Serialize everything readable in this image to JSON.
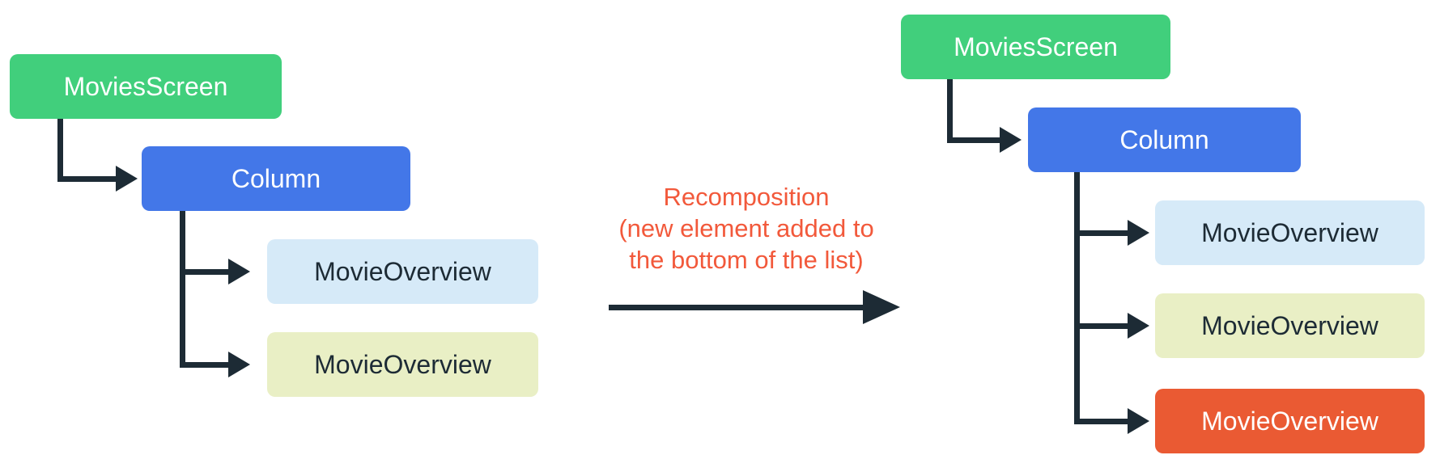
{
  "diagram": {
    "title_hint": "Recomposition tree diagram (before and after a new list element is added)",
    "before_tree": {
      "nodes": [
        {
          "label": "MoviesScreen",
          "variant": "green"
        },
        {
          "label": "Column",
          "variant": "blue"
        },
        {
          "label": "MovieOverview",
          "variant": "lightblue"
        },
        {
          "label": "MovieOverview",
          "variant": "paleyellow"
        }
      ]
    },
    "after_tree": {
      "nodes": [
        {
          "label": "MoviesScreen",
          "variant": "green"
        },
        {
          "label": "Column",
          "variant": "blue"
        },
        {
          "label": "MovieOverview",
          "variant": "lightblue"
        },
        {
          "label": "MovieOverview",
          "variant": "paleyellow"
        },
        {
          "label": "MovieOverview",
          "variant": "orange",
          "highlight": "new element"
        }
      ]
    },
    "transition": {
      "line1": "Recomposition",
      "line2": "(new element added to",
      "line3": "the bottom of the list)"
    },
    "colors": {
      "green": "#41CF7C",
      "blue": "#4377E8",
      "lightblue": "#D6EAF8",
      "paleyellow": "#E9EFC5",
      "orange": "#EA5A33",
      "annotation_text": "#F2593B",
      "connector": "#1D2B35",
      "background": "#FFFFFF"
    }
  }
}
